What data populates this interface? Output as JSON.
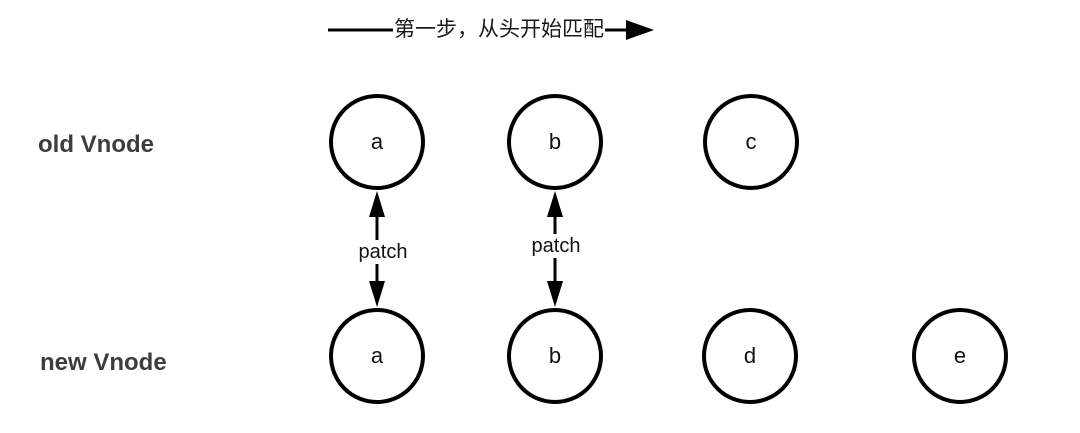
{
  "step_arrow": {
    "label": "第一步，从头开始匹配"
  },
  "row_labels": {
    "old": "old Vnode",
    "new": "new Vnode"
  },
  "old_nodes": [
    {
      "label": "a"
    },
    {
      "label": "b"
    },
    {
      "label": "c"
    }
  ],
  "new_nodes": [
    {
      "label": "a"
    },
    {
      "label": "b"
    },
    {
      "label": "d"
    },
    {
      "label": "e"
    }
  ],
  "patch_arrows": [
    {
      "label": "patch",
      "from": "old a",
      "to": "new a"
    },
    {
      "label": "patch",
      "from": "old b",
      "to": "new b"
    }
  ],
  "colors": {
    "background": "#ffffff",
    "stroke": "#000000",
    "row_label_text": "#3d3d3d",
    "node_text": "#111111"
  }
}
